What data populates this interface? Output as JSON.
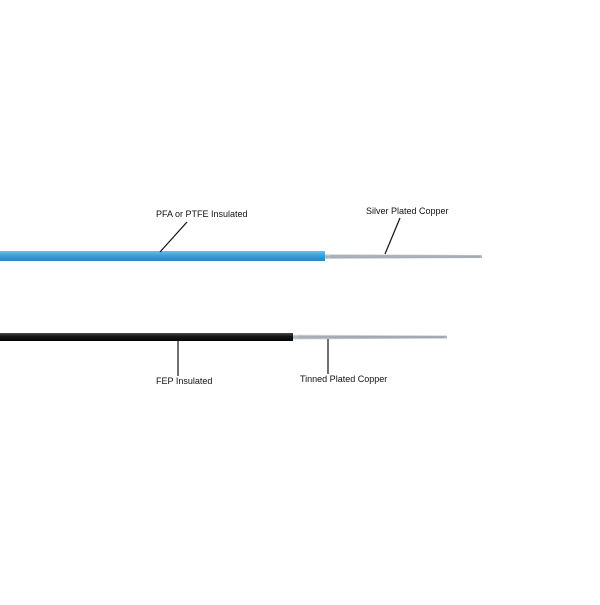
{
  "labels": {
    "pfa_insulation": "PFA or PTFE Insulated",
    "silver_conductor": "Silver Plated Copper",
    "fep_insulation": "FEP Insulated",
    "tinned_conductor": "Tinned Plated Copper"
  },
  "colors": {
    "background": "#ffffff",
    "blue_insulation": "#3d9fdc",
    "black_insulation": "#161616",
    "conductor": "#b8bdc2",
    "leader_line": "#111111"
  }
}
